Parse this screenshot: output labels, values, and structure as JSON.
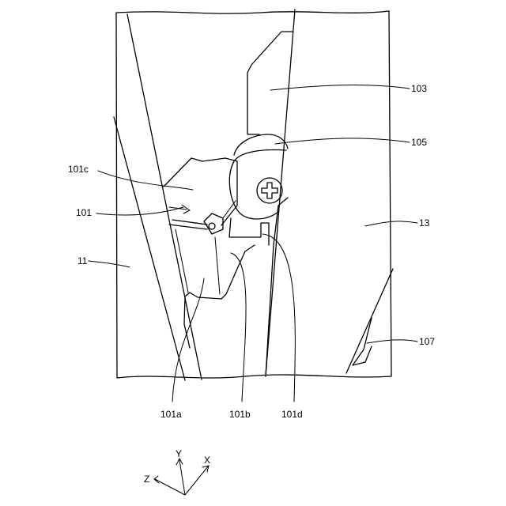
{
  "labels": {
    "l103": "103",
    "l105": "105",
    "l101c": "101c",
    "l101": "101",
    "l13": "13",
    "l11": "11",
    "l107": "107",
    "l101a": "101a",
    "l101b": "101b",
    "l101d": "101d"
  },
  "axes": {
    "y": "Y",
    "x": "X",
    "z": "Z"
  }
}
